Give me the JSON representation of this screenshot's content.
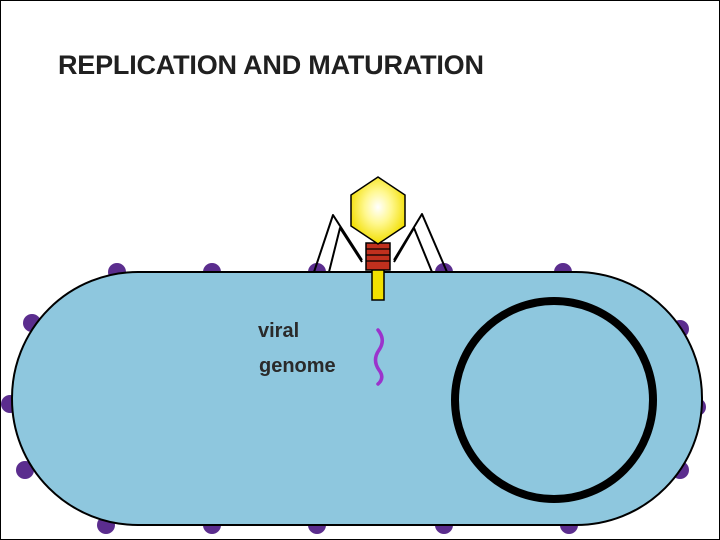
{
  "title": "REPLICATION AND MATURATION",
  "labels": {
    "viral": "viral",
    "genome": "genome"
  },
  "colors": {
    "cell_fill": "#8ec7de",
    "cell_outline": "#000000",
    "surface_receptor": "#5b2d8e",
    "phage_head": "#fff066",
    "phage_tail_core": "#f2e000",
    "phage_collar": "#c0301e",
    "phage_legs": "#000000",
    "viral_genome": "#9b33cc",
    "bacterial_chromosome": "#000000"
  }
}
